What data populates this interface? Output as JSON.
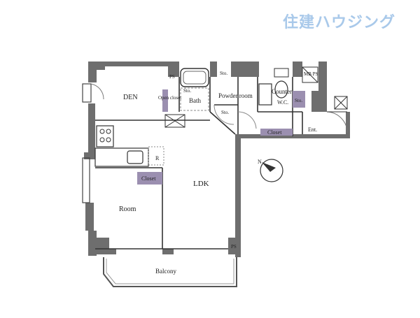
{
  "brand": {
    "logo_text": "住建ハウジング",
    "logo_color": "#a9c9ea"
  },
  "colors": {
    "wall": "#6e6e6e",
    "closet": "#9b8fb0",
    "line": "#333333",
    "floor": "#ffffff"
  },
  "rooms": {
    "den": "DEN",
    "open_closet": "Open closet",
    "ps_left": "PS",
    "bath": "Bath",
    "storage_bath": "Sto.",
    "powder_room": "Powder room",
    "storage_powder": "Sto.",
    "storage_top": "Sto.",
    "counter": "Counter",
    "wc": "W.C.",
    "storage_wc": "Sto.",
    "mb_ps": "MB PS",
    "closet_entrance": "Closet",
    "entrance": "Ent.",
    "closet_room": "Closet",
    "ldk": "LDK",
    "room": "Room",
    "fridge_mark": "R",
    "ps_bottom": "PS",
    "balcony": "Balcony"
  },
  "compass": {
    "label": "N",
    "icon": "north-arrow-icon"
  }
}
